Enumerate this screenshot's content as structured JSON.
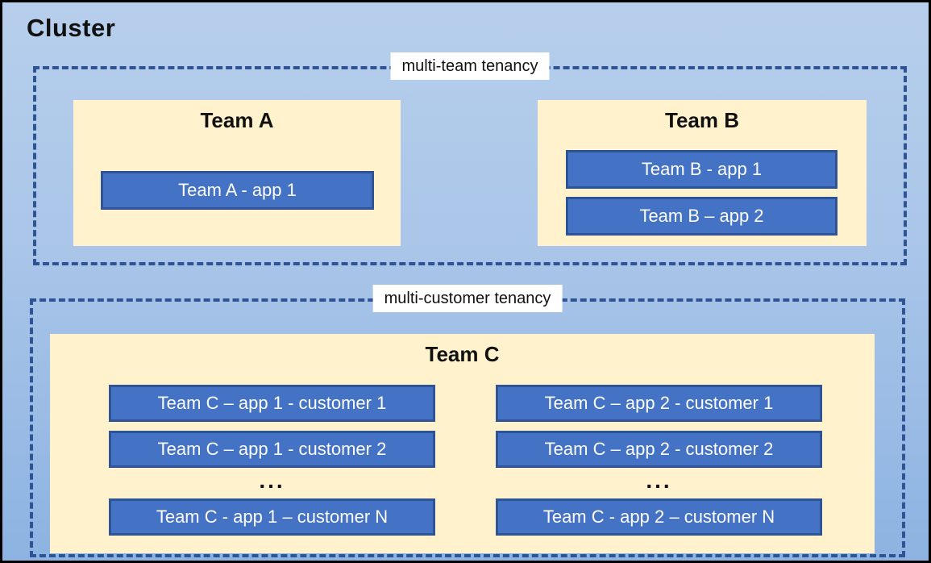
{
  "cluster": {
    "title": "Cluster"
  },
  "sections": [
    {
      "label": "multi-team tenancy",
      "teams": [
        {
          "name": "Team A",
          "apps": [
            "Team A - app 1"
          ]
        },
        {
          "name": "Team B",
          "apps": [
            "Team B - app 1",
            "Team B – app 2"
          ]
        }
      ]
    },
    {
      "label": "multi-customer tenancy",
      "teams": [
        {
          "name": "Team C",
          "columns": [
            {
              "apps": [
                "Team C – app 1 - customer 1",
                "Team C – app 1 - customer 2"
              ],
              "ellipsis": "...",
              "last_app": "Team C - app 1 – customer N"
            },
            {
              "apps": [
                "Team C – app 2 - customer 1",
                "Team C – app 2 - customer 2"
              ],
              "ellipsis": "...",
              "last_app": "Team C - app 2 – customer N"
            }
          ]
        }
      ]
    }
  ],
  "colors": {
    "cluster_bg_top": "#b7cfec",
    "cluster_bg_bottom": "#8db3e2",
    "cluster_border": "#000000",
    "dashed_border": "#2f5496",
    "team_panel_bg": "#fff2cc",
    "app_fill": "#4472c4",
    "app_border": "#2f5496",
    "app_text": "#ffffff",
    "label_bg": "#ffffff",
    "title_text": "#111111"
  }
}
